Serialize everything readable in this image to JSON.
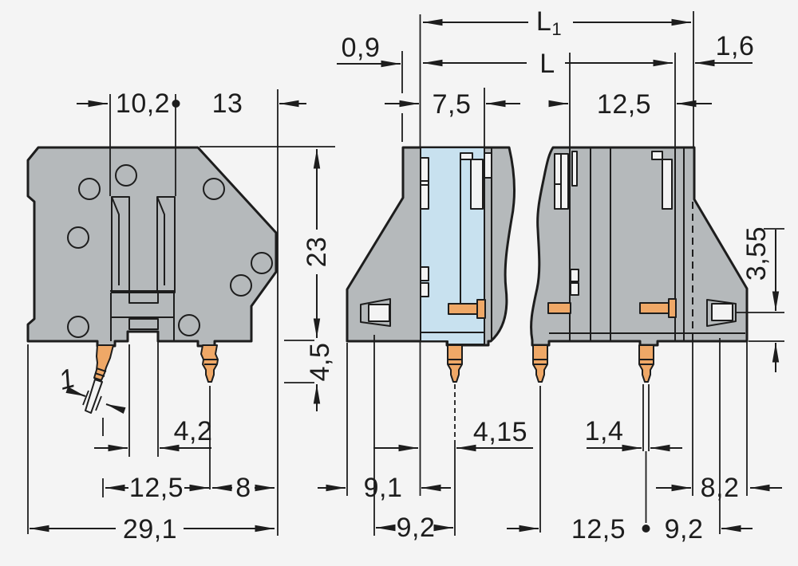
{
  "page": {
    "background": "#f4f4f4"
  },
  "drawing": {
    "title": "terminal-block-dimension-drawing",
    "colors": {
      "line": "#1d1d1d",
      "body": "#b5b9bb",
      "section": "#c8e1ef",
      "pin": "#efa867",
      "inner": "#f3f3f3",
      "background": "#f4f4f4"
    },
    "front_view": {
      "dims": {
        "clamp_width": "10,2",
        "right_width": "13",
        "body_height": "23",
        "pin_shoulder_height": "4,5",
        "pin_thickness": "1",
        "slot_width": "4,2",
        "pin_pitch": "12,5",
        "edge_offset": "8",
        "total_width": "29,1"
      }
    },
    "section_view": {
      "dims": {
        "wall_thickness": "0,9",
        "length_overall_main": "L",
        "length_overall_sub": "1",
        "length_main": "L",
        "front_depth": "7,5",
        "pin_to_wall": "4,15",
        "depth_front": "9,1",
        "pin_depth": "9,2"
      }
    },
    "side_view": {
      "dims": {
        "flange_width": "1,6",
        "top_depth": "12,5",
        "foot_height": "3,55",
        "pin_width": "1,4",
        "foot_depth": "8,2",
        "pin_pitch": "12,5",
        "pin_to_foot": "9,2"
      }
    }
  }
}
